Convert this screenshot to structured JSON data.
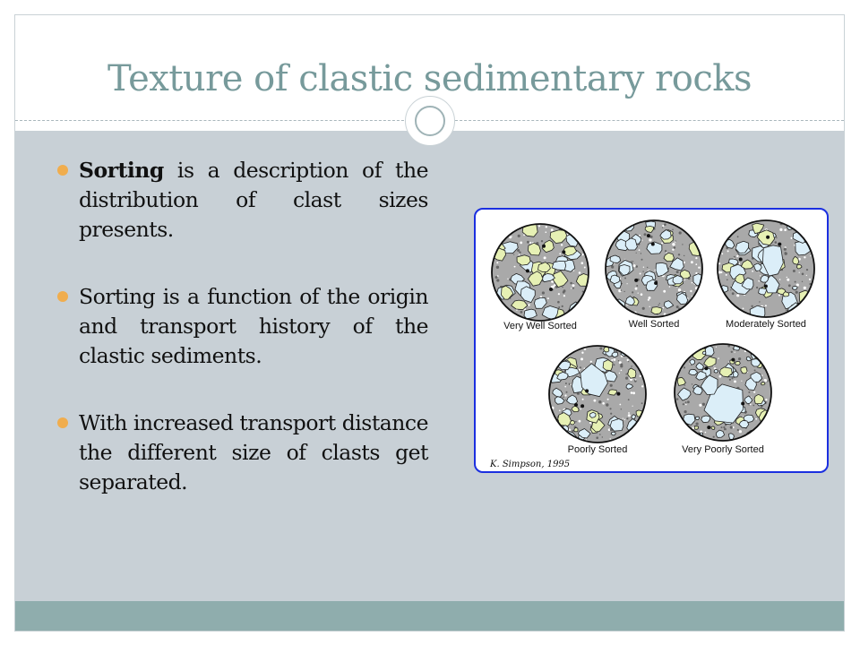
{
  "slide": {
    "title": "Texture of clastic sedimentary rocks"
  },
  "bullets": [
    {
      "lead": "Sorting",
      "text": " is a description of the distribution of clast sizes presents."
    },
    {
      "lead": "",
      "text": "Sorting is a function of the origin and transport history of the clastic sediments."
    },
    {
      "lead": "",
      "text": "With increased transport distance the different size of clasts get separated."
    }
  ],
  "figure": {
    "samples": [
      {
        "label": "Very Well Sorted"
      },
      {
        "label": "Well Sorted"
      },
      {
        "label": "Moderately Sorted"
      },
      {
        "label": "Poorly Sorted"
      },
      {
        "label": "Very Poorly Sorted"
      }
    ],
    "credit": "K. Simpson, 1995"
  },
  "colors": {
    "title": "#779a9b",
    "body_panel": "#c8d0d6",
    "footer": "#8fadad",
    "bullet": "#f0ad4e",
    "figure_border": "#1b2fe0",
    "grain_blue": "#dbeef8",
    "grain_green": "#e6f0b4",
    "matrix": "#a9a9a9"
  }
}
